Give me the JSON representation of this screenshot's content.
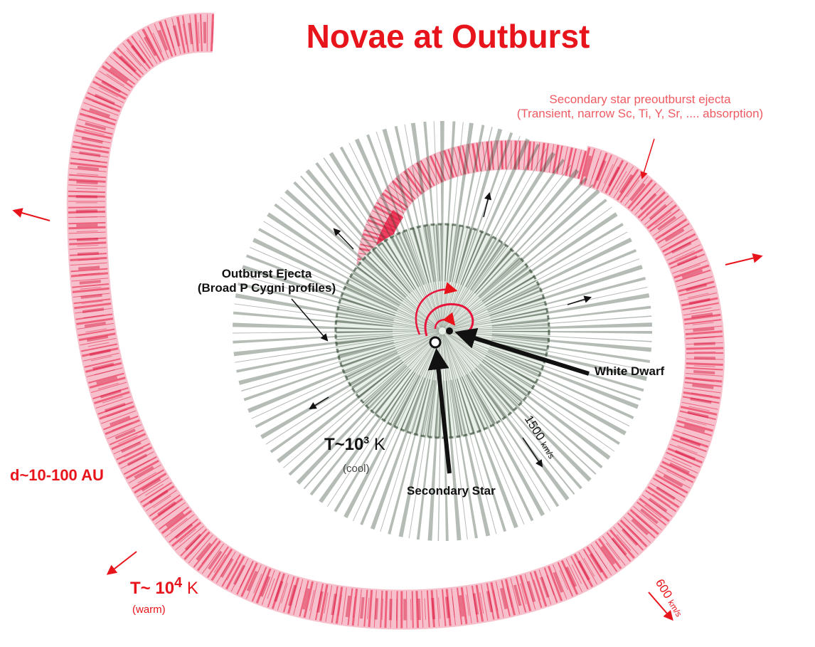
{
  "title": "Novae at Outburst",
  "secondary_ejecta": {
    "line1": "Secondary star preoutburst ejecta",
    "line2": "(Transient, narrow Sc, Ti, Y, Sr, .... absorption)"
  },
  "outburst_ejecta": {
    "line1": "Outburst Ejecta",
    "line2": "(Broad P Cygni profiles)"
  },
  "white_dwarf": "White Dwarf",
  "secondary_star": "Secondary Star",
  "inner_temp": {
    "prefix": "T~10",
    "exp": "3",
    "unit": "K",
    "note": "(cool)"
  },
  "outer_temp": {
    "prefix": "T~ 10",
    "exp": "4",
    "unit": "K",
    "note": "(warm)"
  },
  "distance": "d~10-100 AU",
  "inner_velocity": {
    "value": "1500",
    "unit": "km/s"
  },
  "outer_velocity": {
    "value": "600",
    "unit": "km/s"
  },
  "colors": {
    "title": "#e8141b",
    "spiral": "#e8143c",
    "ejecta": "#2b3f2b",
    "note": "#ef5a62"
  }
}
